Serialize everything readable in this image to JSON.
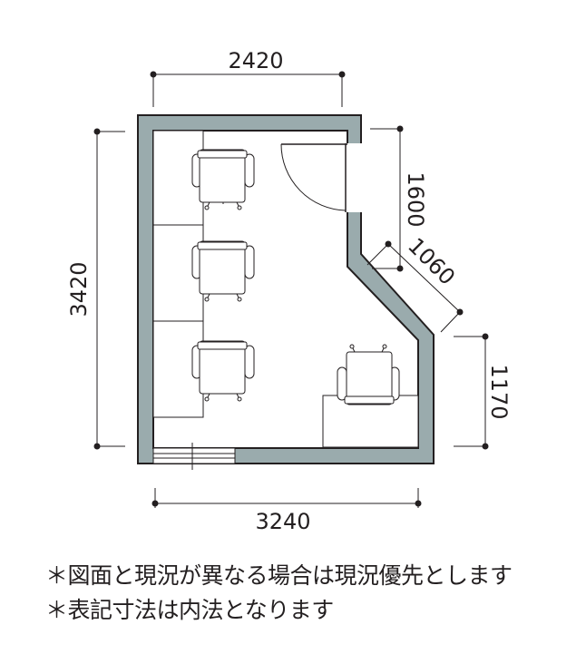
{
  "dimensions": {
    "top_width": "2420",
    "bottom_width": "3240",
    "left_height": "3420",
    "right_upper_height": "1600",
    "diagonal_length": "1060",
    "right_lower_height": "1170"
  },
  "notes": [
    "＊図面と現況が異なる場合は現況優先とします",
    "＊表記寸法は内法となります"
  ],
  "colors": {
    "wall": "#9aabad",
    "outline": "#231f20",
    "background": "#ffffff"
  },
  "furniture": {
    "chairs": 4,
    "desks": 4
  }
}
